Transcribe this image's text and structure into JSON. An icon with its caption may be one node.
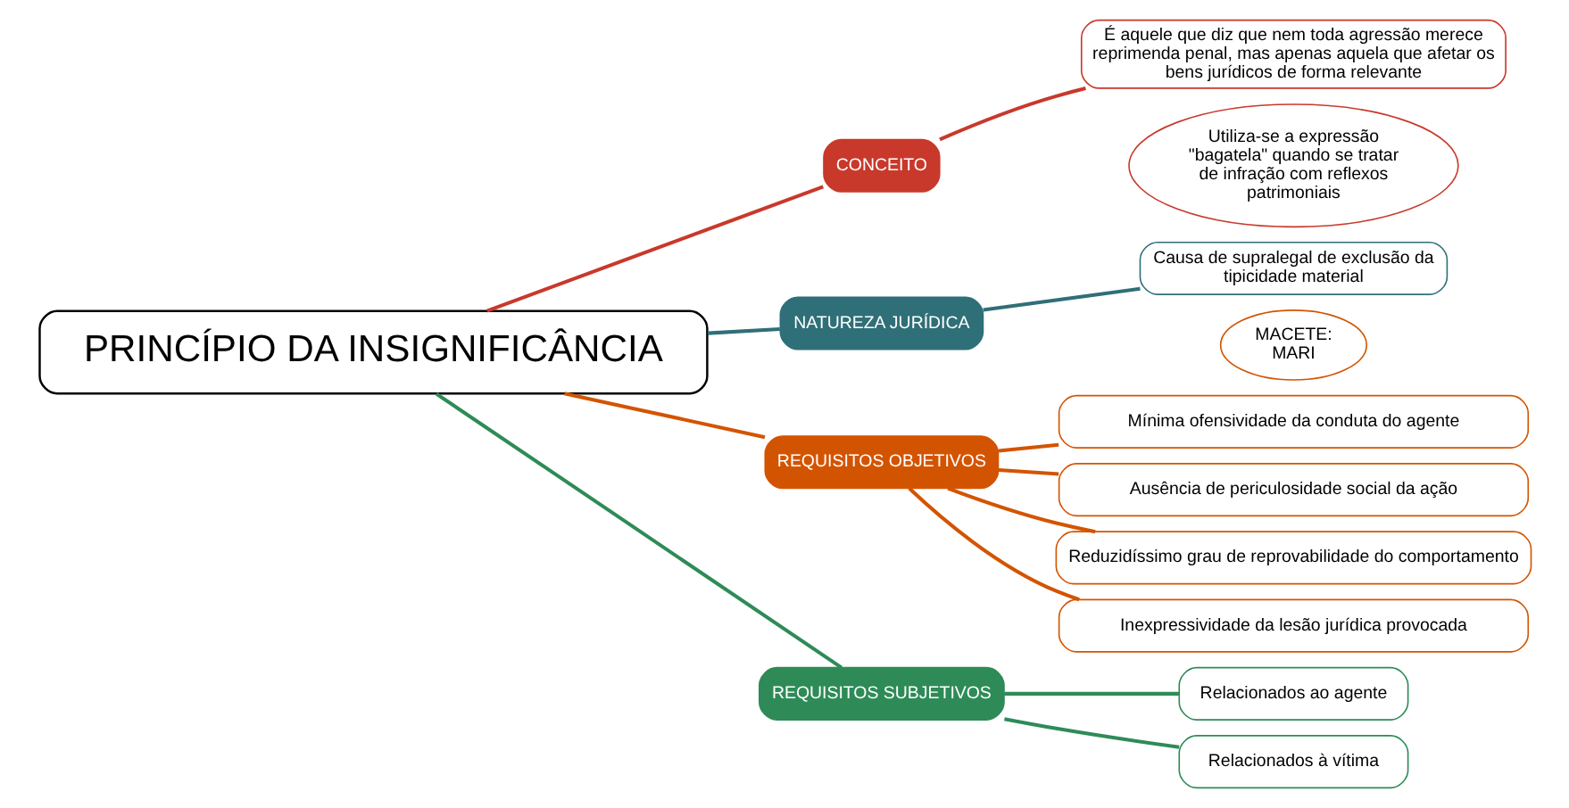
{
  "diagram": {
    "nodes": [
      {
        "text": [
          "PRINCÍPIO DA INSIGNIFICÂNCIA"
        ]
      },
      {
        "text": [
          "CONCEITO"
        ]
      },
      {
        "text": [
          "É aquele que diz que nem toda agressão merece reprimenda penal, mas apenas aquela que afetar os bens jurídicos de forma relevante"
        ]
      },
      {
        "text": [
          "Utiliza-se a expressão \"bagatela\" quando se tratar de infração com reflexos patrimoniais"
        ]
      },
      {
        "text": [
          "NATUREZA JURÍDICA"
        ]
      },
      {
        "text": [
          "Causa de supralegal de exclusão da tipicidade material"
        ]
      },
      {
        "text": [
          "REQUISITOS OBJETIVOS"
        ]
      },
      {
        "text": [
          "MACETE: MARI"
        ]
      },
      {
        "text": [
          "Mínima ofensividade da conduta do agente"
        ]
      },
      {
        "text": [
          "Ausência de periculosidade social da ação"
        ]
      },
      {
        "text": [
          "Reduzidíssimo grau de reprovabilidade do comportamento"
        ]
      },
      {
        "text": [
          "Inexpressividade da lesão jurídica provocada"
        ]
      },
      {
        "text": [
          "REQUISITOS SUBJETIVOS"
        ]
      },
      {
        "text": [
          "Relacionados ao agente"
        ]
      },
      {
        "text": [
          "Relacionados à vítima"
        ]
      }
    ],
    "edges": [
      {
        "from": 0,
        "to": 1,
        "arrow": "none",
        "color": "#c8392b"
      },
      {
        "from": 0,
        "to": 4,
        "arrow": "none",
        "color": "#2f6f78"
      },
      {
        "from": 0,
        "to": 6,
        "arrow": "none"
      },
      {
        "from": 0,
        "to": 12,
        "arrow": "none",
        "color": "#2e8b57"
      },
      {
        "from": 1,
        "to": 2,
        "arrow": "none",
        "color": "#c8392b"
      },
      {
        "from": 4,
        "to": 5,
        "arrow": "none",
        "color": "#2f6f78"
      },
      {
        "from": 6,
        "to": 8,
        "arrow": "none"
      },
      {
        "from": 6,
        "to": 9,
        "arrow": "none"
      },
      {
        "from": 6,
        "to": 10,
        "arrow": "none"
      },
      {
        "from": 6,
        "to": 11,
        "arrow": "none"
      },
      {
        "from": 12,
        "to": 13,
        "arrow": "none",
        "color": "#2e8b57"
      },
      {
        "from": 12,
        "to": 14,
        "arrow": "none",
        "color": "#2e8b57"
      }
    ]
  }
}
